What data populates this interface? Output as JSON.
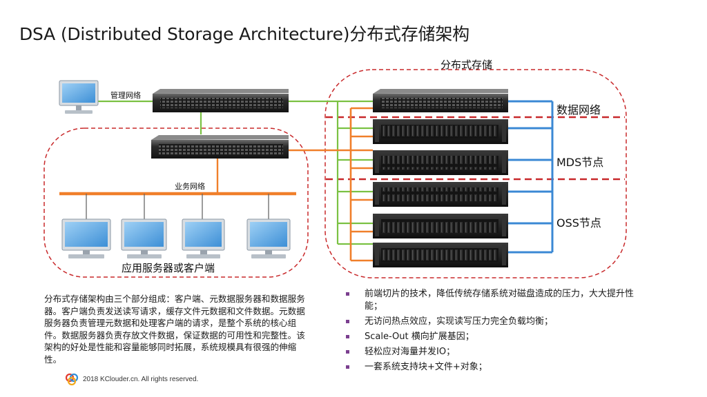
{
  "title": "DSA (Distributed Storage Architecture)分布式存储架构",
  "diagram": {
    "storage_label": "分布式存储",
    "mgmt_net_label": "管理网络",
    "biz_net_label": "业务网络",
    "app_servers_label": "应用服务器或客户端",
    "data_net_label": "数据网络",
    "mds_label": "MDS节点",
    "oss_label": "OSS节点",
    "colors": {
      "mgmt_net": "#7ac142",
      "biz_net": "#f07f2a",
      "data_net": "#3a88d4",
      "zone_border": "#c8282a"
    }
  },
  "description": "分布式存储架构由三个部分组成：客户端、元数据服务器和数据服务器。客户端负责发送读写请求，缓存文件元数据和文件数据。元数据服务器负责管理元数据和处理客户端的请求，是整个系统的核心组件。数据服务器负责存放文件数据，保证数据的可用性和完整性。该架构的好处是性能和容量能够同时拓展，系统规模具有很强的伸缩性。",
  "bullets": [
    "前端切片的技术，降低传统存储系统对磁盘造成的压力，大大提升性能；",
    "无访问热点效应，实现读写压力完全负载均衡；",
    "Scale-Out 横向扩展基因；",
    "轻松应对海量并发IO；",
    "一套系统支持块+文件+对象；"
  ],
  "footer": "2018 KClouder.cn. All rights reserved."
}
